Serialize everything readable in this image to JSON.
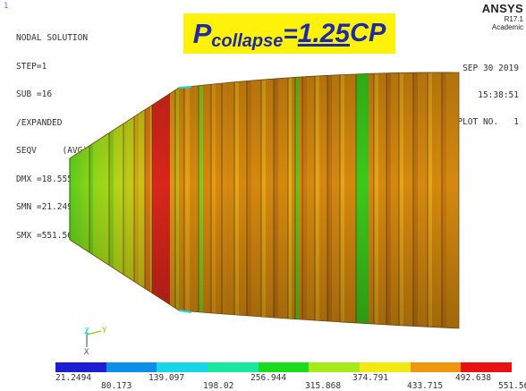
{
  "window_number": "1",
  "info": {
    "title": "NODAL SOLUTION",
    "lines": [
      "STEP=1",
      "SUB =16",
      "/EXPANDED",
      "SEQV     (AVG)",
      "DMX =18.5554",
      "SMN =21.2494",
      "SMX =551.562"
    ]
  },
  "title_box": {
    "p": "P",
    "subscript": "collapse",
    "equals": "=",
    "value": "1.25",
    "unit": "CP",
    "background": "#fff20a",
    "text_color": "#1f2aa6"
  },
  "brand": {
    "name": "ANSYS",
    "version": "R17.1",
    "edition": "Academic"
  },
  "run_info": {
    "date": "SEP 30 2019",
    "time": "15:38:51",
    "plot_no": "PLOT NO.   1"
  },
  "triad": {
    "z": "Z",
    "y": "Y",
    "x": "X"
  },
  "legend": {
    "colors": [
      "#1d1dd6",
      "#0c8fe8",
      "#18d6e8",
      "#18e8a0",
      "#18dc1c",
      "#a8ea18",
      "#f2e812",
      "#f29612",
      "#e81212"
    ],
    "labels_top": [
      "21.2494",
      "139.097",
      "256.944",
      "374.791",
      "492.638"
    ],
    "labels_bottom": [
      "80.173",
      "198.02",
      "315.868",
      "433.715",
      "551.562"
    ]
  }
}
